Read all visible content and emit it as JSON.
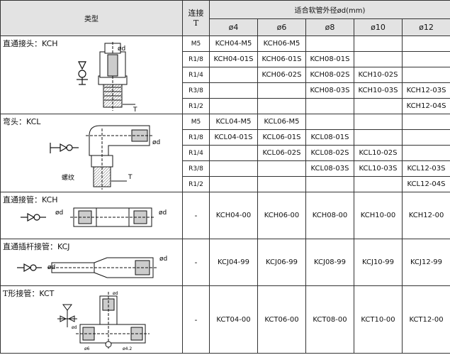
{
  "header": {
    "type": "类型",
    "conn_line1": "连接",
    "conn_line2": "T",
    "diameter_title": "适合软管外径ød(mm)",
    "sizes": [
      "ø4",
      "ø6",
      "ø8",
      "ø10",
      "ø12"
    ]
  },
  "groups": [
    {
      "name": "直通接头：",
      "code": "KCH",
      "drawing_labels": [
        "ød",
        "T"
      ],
      "rows": [
        {
          "conn": "M5",
          "models": [
            "KCH04-M5",
            "KCH06-M5",
            "",
            "",
            ""
          ]
        },
        {
          "conn": "R1/8",
          "models": [
            "KCH04-01S",
            "KCH06-01S",
            "KCH08-01S",
            "",
            ""
          ]
        },
        {
          "conn": "R1/4",
          "models": [
            "",
            "KCH06-02S",
            "KCH08-02S",
            "KCH10-02S",
            ""
          ]
        },
        {
          "conn": "R3/8",
          "models": [
            "",
            "",
            "KCH08-03S",
            "KCH10-03S",
            "KCH12-03S"
          ]
        },
        {
          "conn": "R1/2",
          "models": [
            "",
            "",
            "",
            "",
            "KCH12-04S"
          ]
        }
      ]
    },
    {
      "name": "弯头：",
      "code": "KCL",
      "drawing_labels": [
        "ød",
        "螺纹",
        "T"
      ],
      "rows": [
        {
          "conn": "M5",
          "models": [
            "KCL04-M5",
            "KCL06-M5",
            "",
            "",
            ""
          ]
        },
        {
          "conn": "R1/8",
          "models": [
            "KCL04-01S",
            "KCL06-01S",
            "KCL08-01S",
            "",
            ""
          ]
        },
        {
          "conn": "R1/4",
          "models": [
            "",
            "KCL06-02S",
            "KCL08-02S",
            "KCL10-02S",
            ""
          ]
        },
        {
          "conn": "R3/8",
          "models": [
            "",
            "",
            "KCL08-03S",
            "KCL10-03S",
            "KCL12-03S"
          ]
        },
        {
          "conn": "R1/2",
          "models": [
            "",
            "",
            "",
            "",
            "KCL12-04S"
          ]
        }
      ]
    },
    {
      "name": "直通接管：",
      "code": "KCH",
      "drawing_labels": [
        "ød",
        "ød"
      ],
      "conn": "-",
      "models": [
        "KCH04-00",
        "KCH06-00",
        "KCH08-00",
        "KCH10-00",
        "KCH12-00"
      ]
    },
    {
      "name": "直通插杆接管：",
      "code": "KCJ",
      "drawing_labels": [
        "ød",
        "ød"
      ],
      "conn": "-",
      "models": [
        "KCJ04-99",
        "KCJ06-99",
        "KCJ08-99",
        "KCJ10-99",
        "KCJ12-99"
      ]
    },
    {
      "name": "T形接管：",
      "code": "KCT",
      "drawing_labels": [
        "ød",
        "ød",
        "ø6",
        "ø4.2"
      ],
      "conn": "-",
      "models": [
        "KCT04-00",
        "KCT06-00",
        "KCT08-00",
        "KCT10-00",
        "KCT12-00"
      ]
    }
  ]
}
